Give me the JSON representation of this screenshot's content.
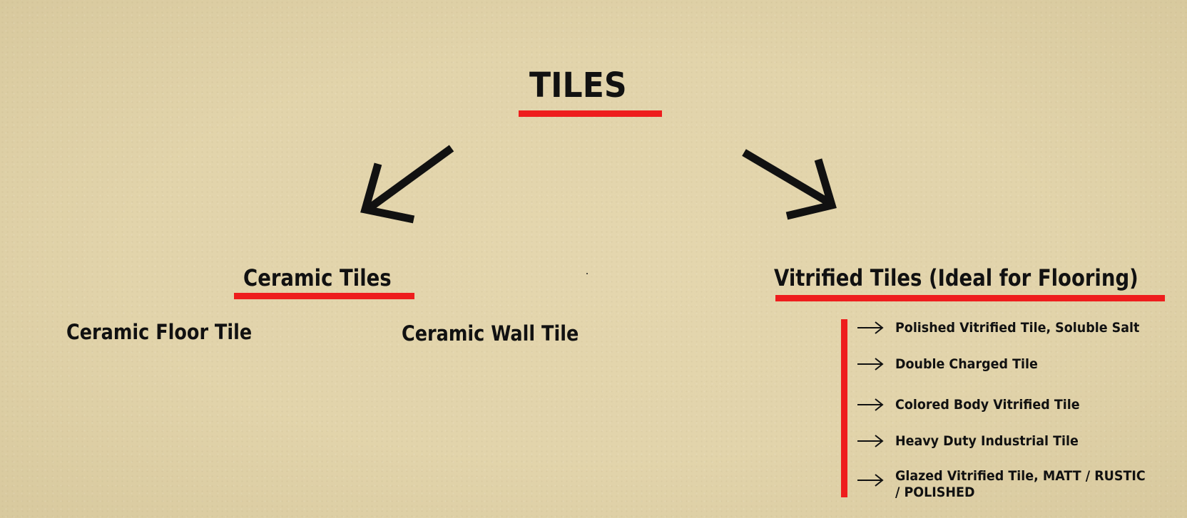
{
  "diagram": {
    "title": "TILES",
    "branches": [
      {
        "heading": "Ceramic Tiles",
        "children": [
          "Ceramic Floor Tile",
          "Ceramic Wall Tile"
        ]
      },
      {
        "heading": "Vitrified Tiles (Ideal for Flooring)",
        "children": [
          "Polished Vitrified Tile, Soluble Salt",
          "Double Charged Tile",
          "Colored Body Vitrified Tile",
          "Heavy Duty Industrial Tile",
          "Glazed Vitrified Tile, MATT / RUSTIC\n/ POLISHED"
        ]
      }
    ]
  },
  "colors": {
    "background": "#e2d4ab",
    "underline": "#ee1d1d",
    "text": "#111111"
  }
}
